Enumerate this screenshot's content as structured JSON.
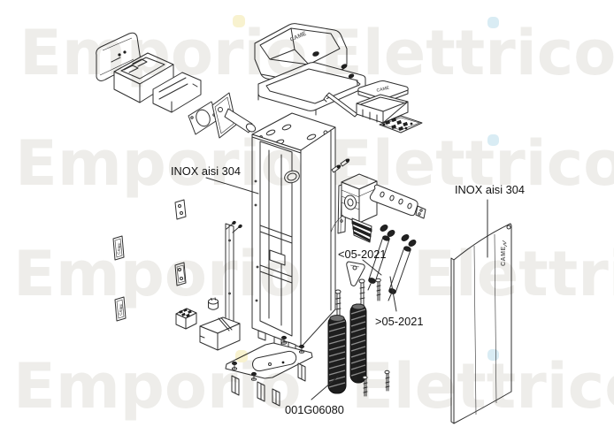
{
  "watermark": {
    "word1": "Emporio",
    "word2": "Elettrico",
    "text_color": "#eeedea",
    "yellow_dot_color": "#f8f2cf",
    "cyan_dot_color": "#d9ecf4"
  },
  "brand": {
    "logo_text": "CAME"
  },
  "labels": {
    "inox_left": "INOX aisi 304",
    "inox_right": "INOX aisi 304",
    "before_2021": "<05-2021",
    "after_2021": ">05-2021",
    "part_code": "001G06080"
  },
  "diagram": {
    "stroke_color": "#2f2f2f",
    "background_color": "#ffffff",
    "label_color": "#111111"
  }
}
